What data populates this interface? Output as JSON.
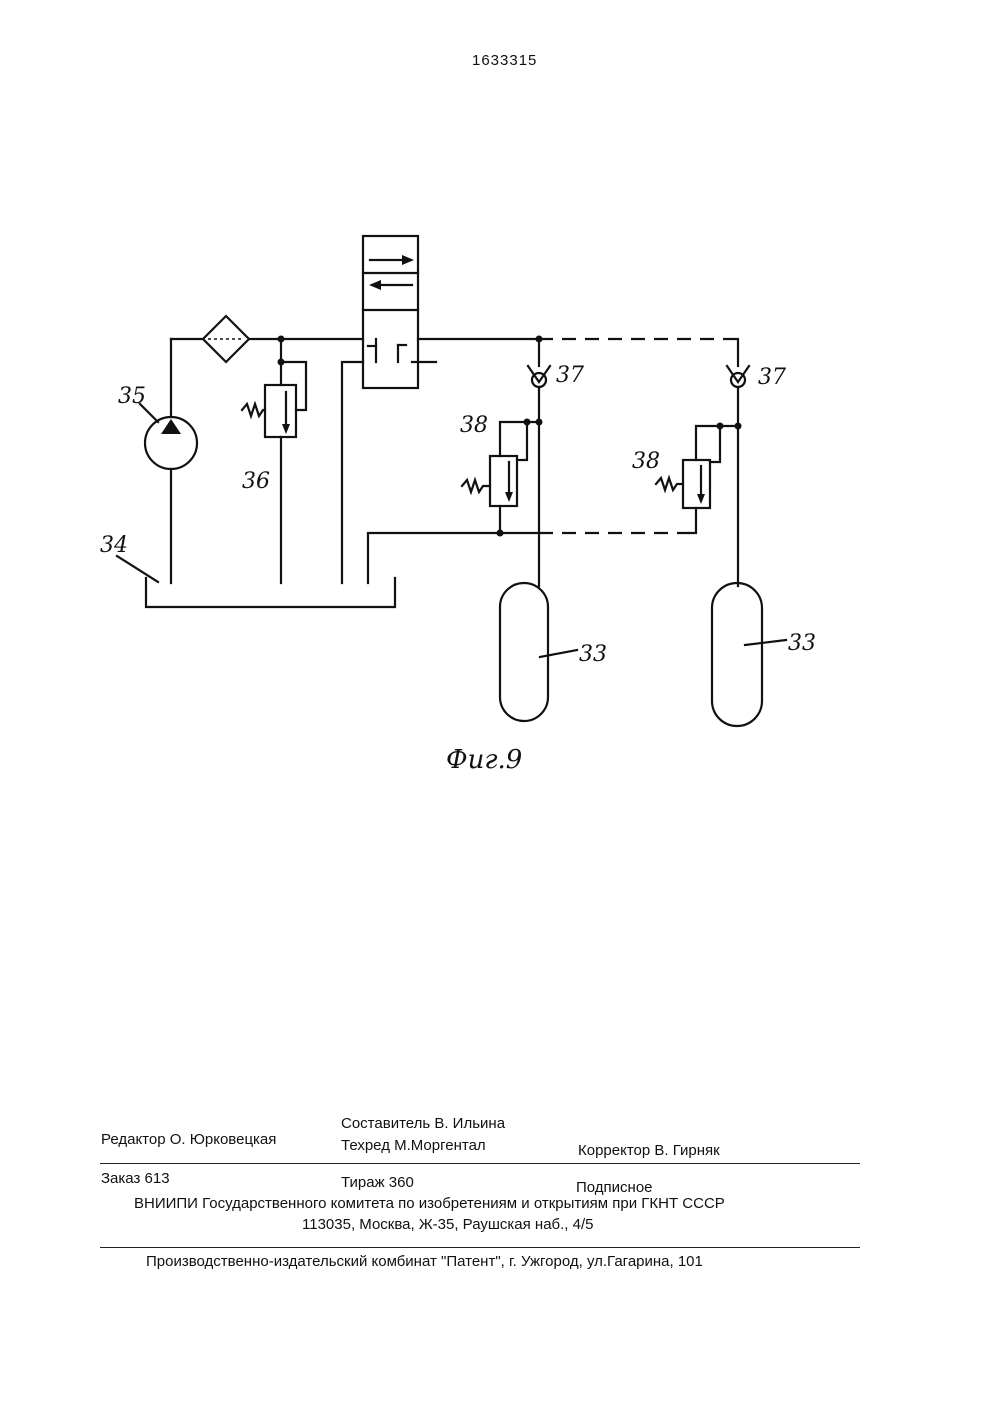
{
  "header": {
    "doc_number": "1633315"
  },
  "figure": {
    "caption": "Фиг.9",
    "labels": {
      "tank": "34",
      "pump": "35",
      "relief_valve": "36",
      "check_valve": "37",
      "reducing_valve": "38",
      "cylinder": "33"
    }
  },
  "imprint": {
    "editor": "Редактор  О. Юрковецкая",
    "compiler": "Составитель  В. Ильина",
    "techred": "Техред М.Моргентал",
    "corrector": "Корректор В. Гирняк",
    "order": "Заказ  613",
    "circulation": "Тираж  360",
    "subscription": "Подписное",
    "publisher": "ВНИИПИ Государственного комитета по изобретениям и открытиям при ГКНТ СССР",
    "address": "113035, Москва, Ж-35, Раушская наб., 4/5",
    "printer": "Производственно-издательский комбинат \"Патент\", г. Ужгород, ул.Гагарина, 101"
  }
}
